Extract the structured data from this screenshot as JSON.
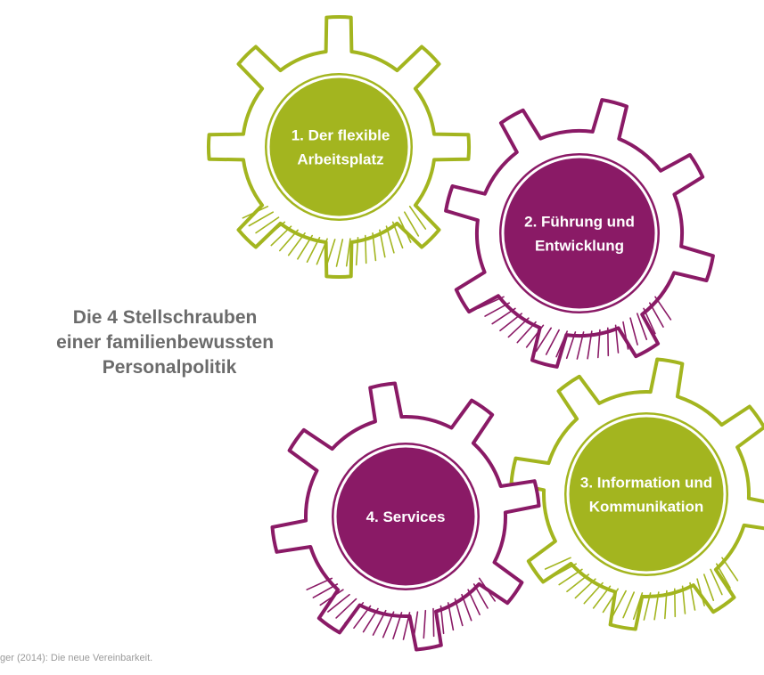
{
  "diagram": {
    "title_lines": [
      "Die 4 Stellschrauben",
      "einer familienbewussten",
      "Personalpolitik"
    ],
    "gears": [
      {
        "id": "gear-1",
        "color": "#a3b51f",
        "label_lines": [
          "1. Der flexible",
          "Arbeitsplatz"
        ]
      },
      {
        "id": "gear-2",
        "color": "#8a1a66",
        "label_lines": [
          "2. Führung und",
          "Entwicklung"
        ]
      },
      {
        "id": "gear-3",
        "color": "#a3b51f",
        "label_lines": [
          "3. Information und",
          "Kommunikation"
        ]
      },
      {
        "id": "gear-4",
        "color": "#8a1a66",
        "label_lines": [
          "4. Services"
        ]
      }
    ]
  },
  "footer": {
    "source": "ger (2014): Die neue Vereinbarkeit."
  }
}
